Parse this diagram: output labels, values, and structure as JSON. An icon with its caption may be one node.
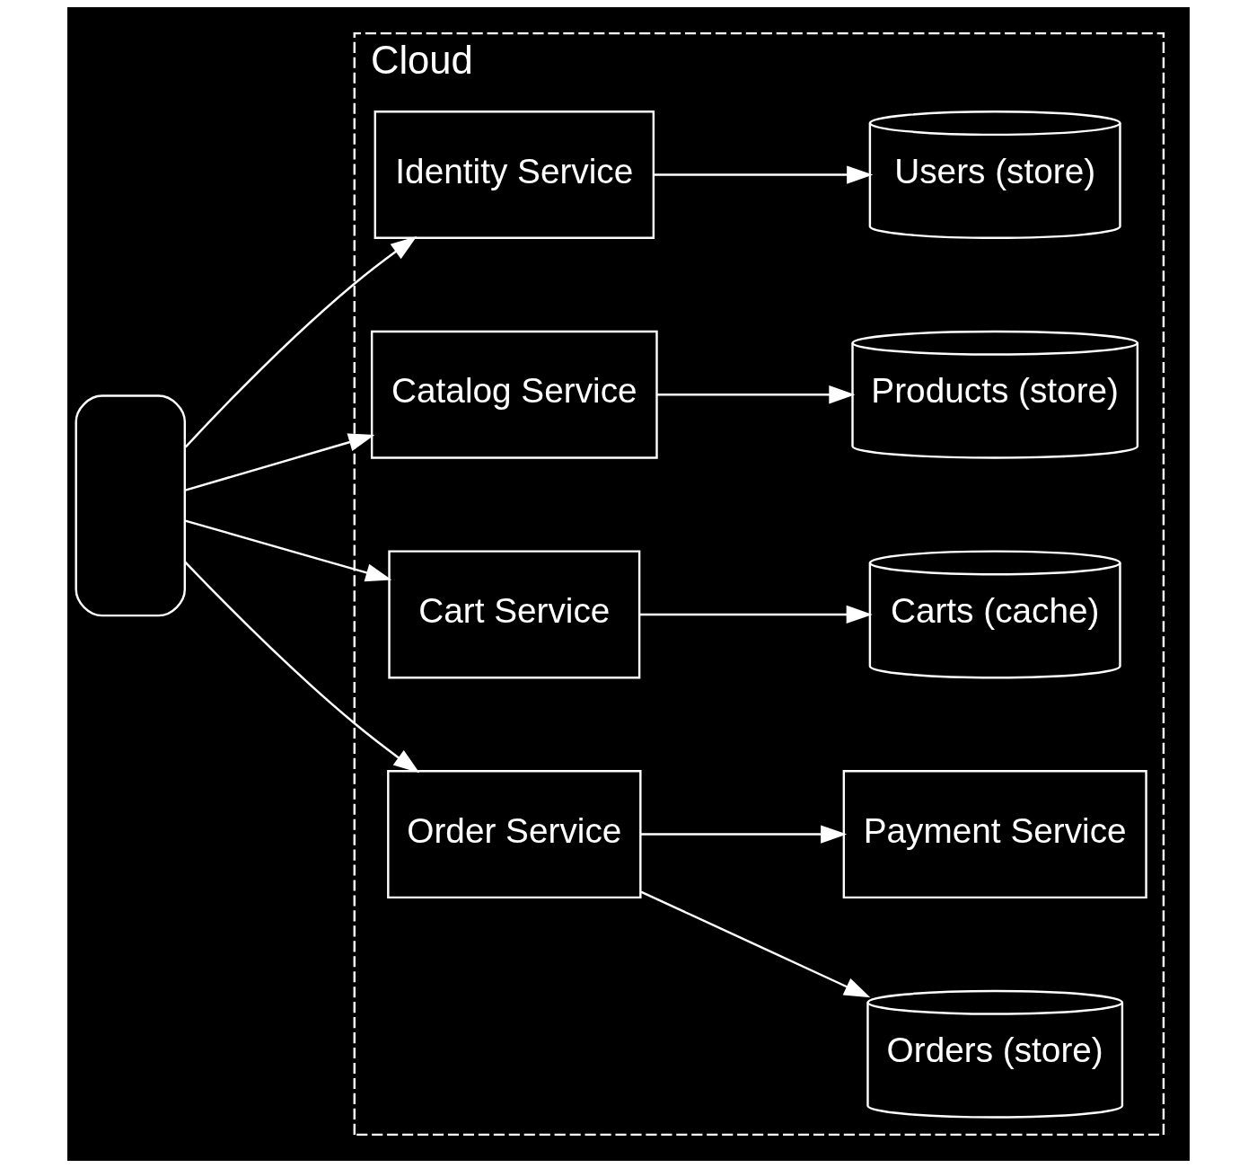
{
  "diagram": {
    "nodes": [
      {
        "text": [
          "Cloud"
        ]
      },
      {
        "text": [],
        "shape": "phone"
      },
      {
        "text": [
          "Identity Service"
        ],
        "in": 0
      },
      {
        "text": [
          "Users (store)"
        ],
        "in": 0
      },
      {
        "text": [
          "Catalog Service"
        ],
        "in": 0
      },
      {
        "text": [
          "Products (store)"
        ],
        "in": 0
      },
      {
        "text": [
          "Cart Service"
        ],
        "in": 0
      },
      {
        "text": [
          "Carts (cache)"
        ],
        "in": 0
      },
      {
        "text": [
          "Order Service"
        ],
        "in": 0
      },
      {
        "text": [
          "Orders (store)"
        ],
        "in": 0
      },
      {
        "text": [
          "Payment Service"
        ],
        "in": 0
      }
    ],
    "edges": [
      {
        "from": 1,
        "to": 2,
        "arrow": "to"
      },
      {
        "from": 1,
        "to": 4,
        "arrow": "to"
      },
      {
        "from": 1,
        "to": 6,
        "arrow": "to"
      },
      {
        "from": 1,
        "to": 8,
        "arrow": "to"
      },
      {
        "from": 2,
        "to": 3,
        "arrow": "to"
      },
      {
        "from": 4,
        "to": 5,
        "arrow": "to"
      },
      {
        "from": 6,
        "to": 7,
        "arrow": "to"
      },
      {
        "from": 8,
        "to": 9,
        "arrow": "to"
      },
      {
        "from": 8,
        "to": 10,
        "arrow": "to"
      }
    ]
  }
}
